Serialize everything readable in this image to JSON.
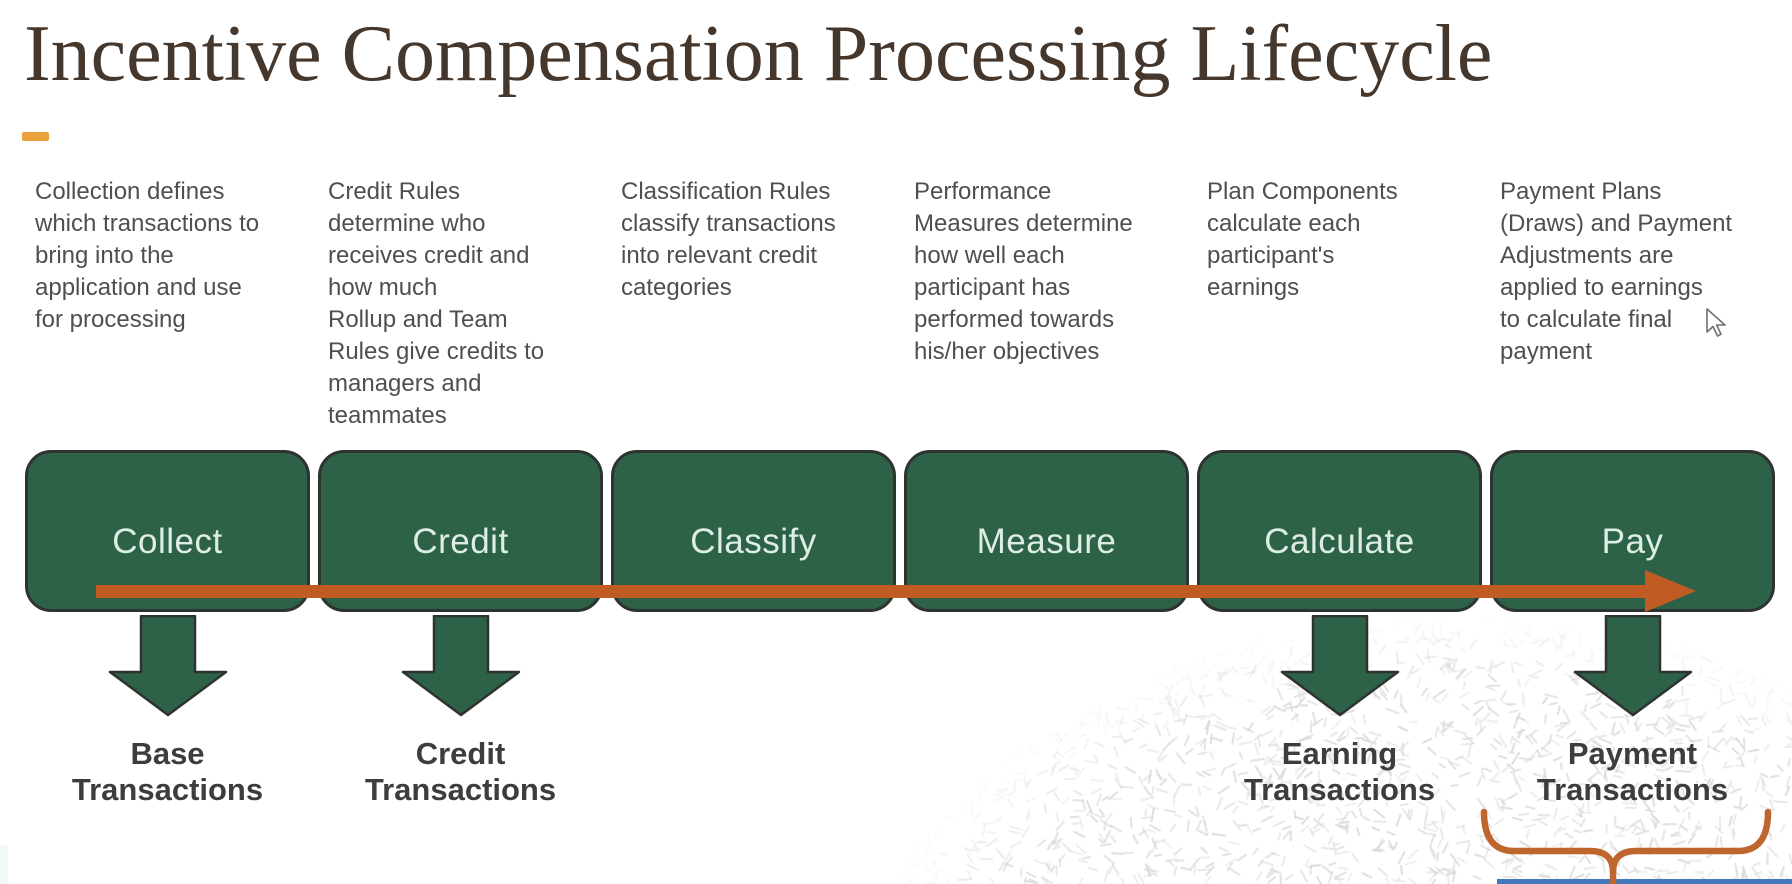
{
  "title": "Incentive Compensation Processing Lifecycle",
  "stages": [
    {
      "name": "Collect",
      "description": "Collection defines\nwhich transactions to\nbring into the\napplication and use\nfor processing",
      "output_label": "Base\nTransactions"
    },
    {
      "name": "Credit",
      "description": "Credit Rules\ndetermine who\nreceives credit and\nhow much\nRollup and Team\nRules give credits to\nmanagers and\nteammates",
      "output_label": "Credit\nTransactions"
    },
    {
      "name": "Classify",
      "description": "Classification Rules\nclassify transactions\ninto relevant credit\ncategories",
      "output_label": ""
    },
    {
      "name": "Measure",
      "description": "Performance\nMeasures determine\nhow well each\nparticipant has\nperformed towards\nhis/her objectives",
      "output_label": ""
    },
    {
      "name": "Calculate",
      "description": "Plan Components\ncalculate each\nparticipant's\nearnings",
      "output_label": "Earning\nTransactions"
    },
    {
      "name": "Pay",
      "description": "Payment Plans\n(Draws) and Payment\nAdjustments are\napplied to earnings\nto calculate final\npayment",
      "output_label": "Payment\nTransactions"
    }
  ],
  "colors": {
    "stage_box_green": "#2d6249",
    "stage_box_border": "#2e3330",
    "flow_arrow_orange": "#c05b24",
    "accent_dash_orange": "#eaa23c",
    "brace_orange": "#bf652e",
    "title_brown": "#46372d",
    "body_text_gray": "#4f4f4f",
    "label_text_dark": "#3d3d3d"
  }
}
